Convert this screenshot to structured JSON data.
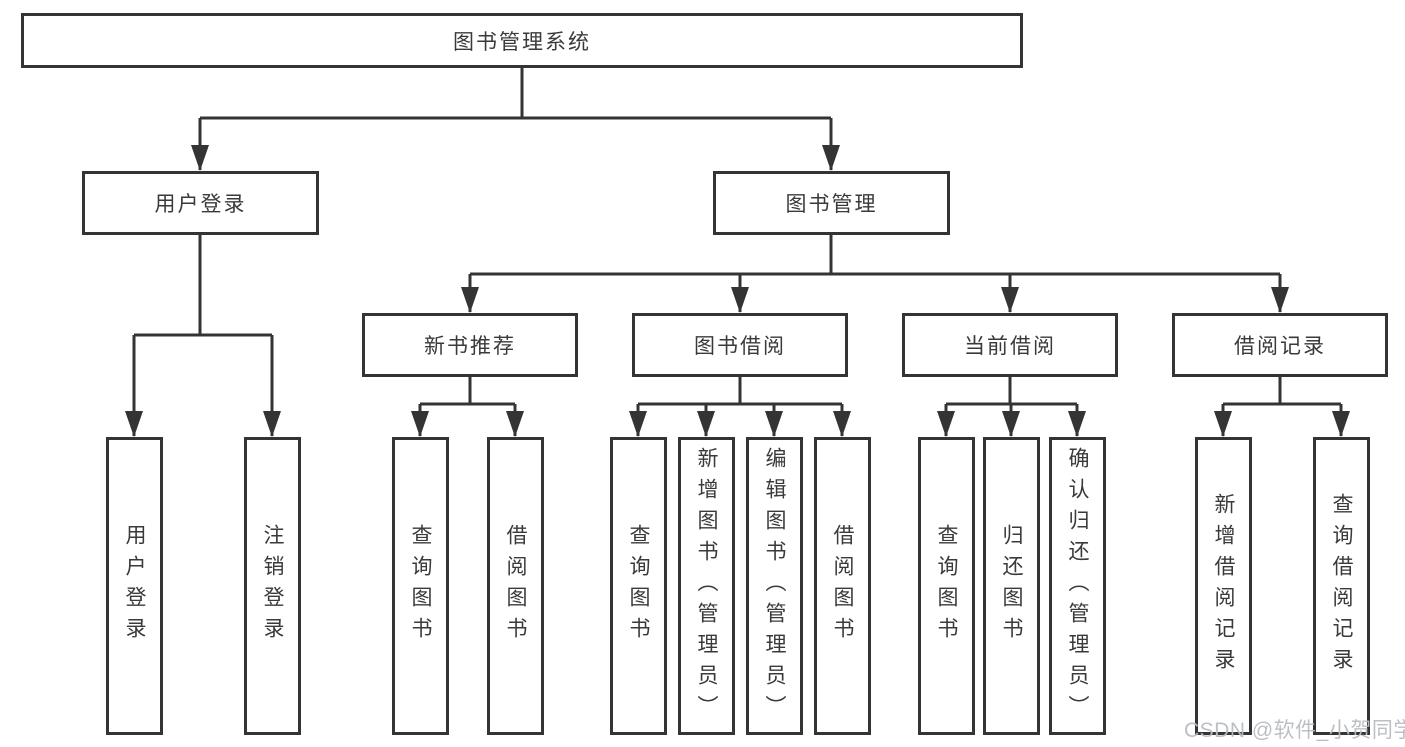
{
  "title": "图书管理系统",
  "level2": {
    "login": "用户登录",
    "management": "图书管理"
  },
  "sections": {
    "new_books": "新书推荐",
    "borrowing": "图书借阅",
    "current": "当前借阅",
    "records": "借阅记录"
  },
  "leaves": {
    "user_login": "用户登录",
    "logout": "注销登录",
    "nb_search": "查询图书",
    "nb_borrow": "借阅图书",
    "bw_search": "查询图书",
    "bw_add": "新增图书（管理员）",
    "bw_edit": "编辑图书（管理员）",
    "bw_borrow": "借阅图书",
    "cur_search": "查询图书",
    "cur_return": "归还图书",
    "cur_confirm": "确认归还（管理员）",
    "rec_add": "新增借阅记录",
    "rec_search": "查询借阅记录"
  },
  "watermark": "CSDN @软件_小贺同学",
  "colors": {
    "line": "#343434",
    "text": "#3a3a3a",
    "background": "#ffffff",
    "watermark": "#b9bdc2"
  }
}
